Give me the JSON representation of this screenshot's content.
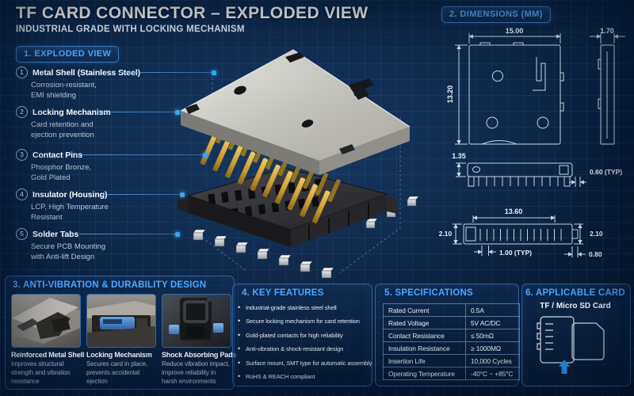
{
  "header": {
    "title": "TF CARD CONNECTOR – EXPLODED VIEW",
    "subtitle": "INDUSTRIAL GRADE WITH LOCKING MECHANISM"
  },
  "exploded": {
    "badge": "1. EXPLODED VIEW",
    "callouts": [
      {
        "num": "1",
        "title": "Metal Shell (Stainless Steel)",
        "lines": [
          "Corrosion-resistant,",
          "EMI shielding"
        ]
      },
      {
        "num": "2",
        "title": "Locking Mechanism",
        "lines": [
          "Card retention and",
          "ejection prevention"
        ]
      },
      {
        "num": "3",
        "title": "Contact Pins",
        "lines": [
          "Phosphor Bronze,",
          "Gold Plated"
        ]
      },
      {
        "num": "4",
        "title": "Insulator (Housing)",
        "lines": [
          "LCP, High Temperature",
          "Resistant"
        ]
      },
      {
        "num": "5",
        "title": "Solder Tabs",
        "lines": [
          "Secure PCB Mounting",
          "with Anti-lift Design"
        ]
      }
    ]
  },
  "dimensions": {
    "badge": "2. DIMENSIONS (MM)",
    "top_width": "15.00",
    "top_height": "13.20",
    "side_width": "1.70",
    "front_height": "1.35",
    "pin_width": "0.60 (TYP)",
    "bottom_width": "13.60",
    "left_height": "2.10",
    "right_height": "2.10",
    "pin_pitch": "1.00 (TYP)",
    "tab_height": "0.80"
  },
  "durability": {
    "title": "3. ANTI-VIBRATION & DURABILITY DESIGN",
    "items": [
      {
        "title": "Reinforced Metal Shell",
        "desc": "Improves structural strength and vibration resistance"
      },
      {
        "title": "Locking Mechanism",
        "desc": "Secures card in place, prevents accidental ejection"
      },
      {
        "title": "Shock Absorbing Pads",
        "desc": "Reduce vibration impact, improve reliability in harsh environments"
      }
    ]
  },
  "features": {
    "title": "4. KEY FEATURES",
    "items": [
      "Industrial-grade stainless steel shell",
      "Secure locking mechanism for card retention",
      "Gold-plated contacts for high reliability",
      "Anti-vibration & shock-resistant design",
      "Surface mount, SMT type for automatic assembly",
      "RoHS & REACH compliant"
    ]
  },
  "specs": {
    "title": "5. SPECIFICATIONS",
    "rows": [
      {
        "label": "Rated Current",
        "value": "0.5A"
      },
      {
        "label": "Rated Voltage",
        "value": "5V AC/DC"
      },
      {
        "label": "Contact Resistance",
        "value": "≤ 50mΩ"
      },
      {
        "label": "Insulation Resistance",
        "value": "≥ 1000MΩ"
      },
      {
        "label": "Insertion Life",
        "value": "10,000 Cycles"
      },
      {
        "label": "Operating Temperature",
        "value": "-40°C ~ +85°C"
      }
    ]
  },
  "card": {
    "title": "6. APPLICABLE CARD",
    "subtitle": "TF / Micro SD Card"
  },
  "colors": {
    "accent": "#4da6ff",
    "background": "#0a2140",
    "line_art": "#c9d6e4",
    "gold_pins": "#c9a23d",
    "locking_blue": "#3f7fd1"
  }
}
